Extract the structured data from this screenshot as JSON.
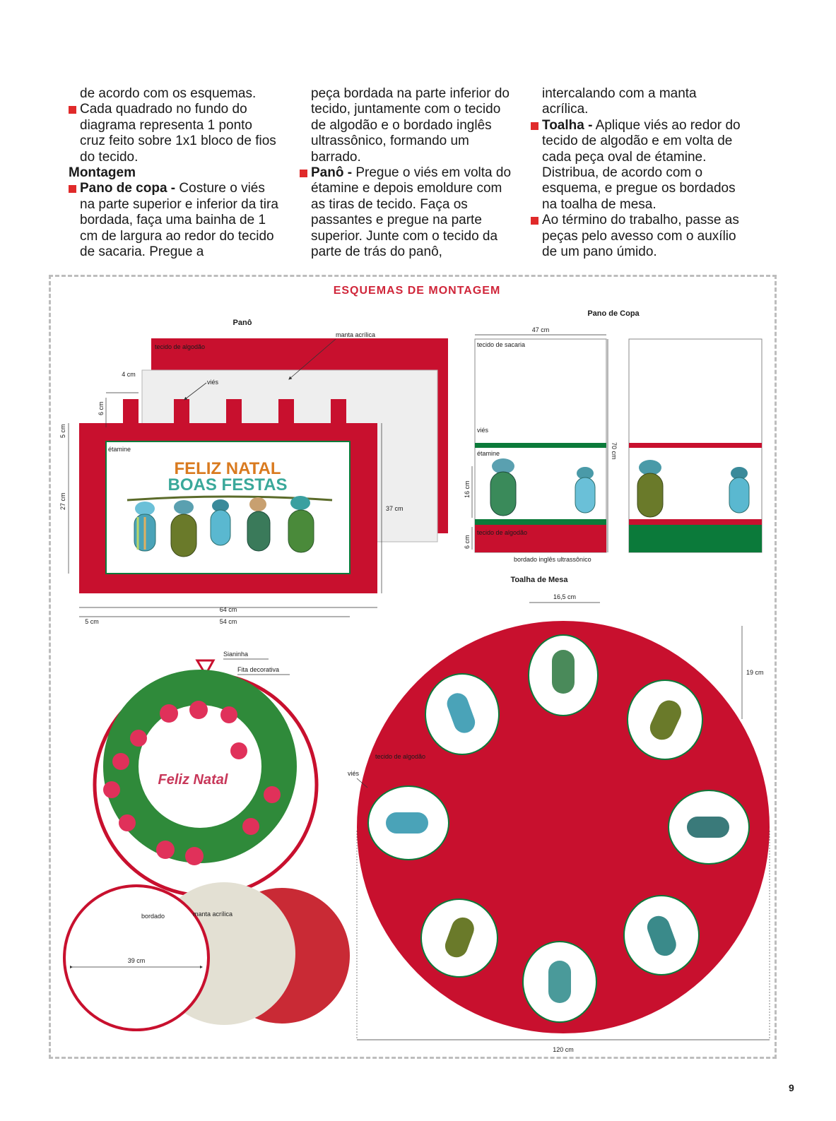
{
  "text": {
    "col1": {
      "p1": "de acordo com os esquemas.",
      "p2": "Cada quadrado no fundo do diagrama representa 1 ponto cruz feito sobre 1x1 bloco de fios do tecido.",
      "heading": "Montagem",
      "p3_bold": "Pano de copa -",
      "p3": " Costure o viés na parte superior e inferior da tira bordada, faça uma bainha de 1 cm de largura ao redor do tecido de sacaria. Pregue a"
    },
    "col2": {
      "p1": "peça bordada na parte inferior do tecido, juntamente com o tecido de algodão e o bordado inglês ultrassônico, formando um barrado.",
      "p2_bold": "Panô -",
      "p2": " Pregue o viés em volta do étamine e depois emoldure com as tiras de tecido. Faça os passantes e pregue na parte superior. Junte com o tecido da parte de trás do panô,"
    },
    "col3": {
      "p1": "intercalando com a manta acrílica.",
      "p2_bold": "Toalha -",
      "p2": " Aplique viés ao redor do tecido de algodão e em volta de cada peça oval de étamine. Distribua, de acordo com o esquema, e pregue os bordados na toalha de mesa.",
      "p3": "Ao término do trabalho, passe as peças pelo avesso com o auxílio de um pano úmido."
    }
  },
  "diagram": {
    "title": "ESQUEMAS DE MONTAGEM",
    "pano": {
      "title": "Panô",
      "tecido_algodao": "tecido de algodão",
      "manta_acrilica": "manta acrílica",
      "vies": "viés",
      "etamine": "étamine",
      "embroidery_line1": "FELIZ NATAL",
      "embroidery_line2": "BOAS FESTAS",
      "dim_4cm": "4 cm",
      "dim_6cm": "6 cm",
      "dim_5cm_v": "5 cm",
      "dim_27cm": "27 cm",
      "dim_37cm": "37 cm",
      "dim_64cm": "64 cm",
      "dim_54cm": "54 cm",
      "dim_5cm_h": "5 cm"
    },
    "pano_copa": {
      "title": "Pano de Copa",
      "dim_47cm": "47 cm",
      "tecido_sacaria": "tecido de sacaria",
      "vies": "viés",
      "etamine": "étamine",
      "dim_70cm": "70 cm",
      "dim_16cm": "16 cm",
      "dim_6cm": "6 cm",
      "tecido_algodao": "tecido de algodão",
      "bordado_ingles": "bordado inglês ultrassônico"
    },
    "toalha": {
      "title": "Toalha de Mesa",
      "dim_16_5cm": "16,5 cm",
      "dim_19cm": "19 cm",
      "tecido_algodao": "tecido de algodão",
      "vies": "viés",
      "dim_120cm": "120 cm"
    },
    "wreath": {
      "sianinha": "Sianinha",
      "fita_decorativa": "Fita decorativa",
      "embroidery_text": "Feliz Natal",
      "bordado": "bordado",
      "manta_acrilica": "manta acrílica",
      "dim_39cm": "39 cm"
    }
  },
  "page_number": "9",
  "colors": {
    "accent_red": "#c8102e",
    "bullet_red": "#e02a2a",
    "green": "#0b7a3a",
    "light_gray": "#eeeeee",
    "beige": "#e3e0d3"
  }
}
